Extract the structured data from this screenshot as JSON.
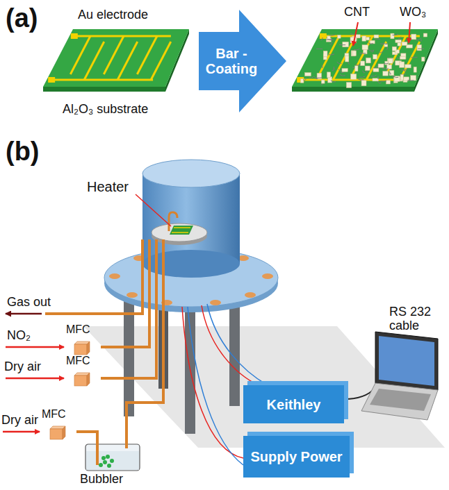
{
  "diagram": {
    "nodes": [
      {
        "text": [
          "Bar - Coating"
        ]
      },
      {
        "text": [
          "MFC"
        ]
      },
      {
        "text": [
          "MFC"
        ]
      },
      {
        "text": [
          "MFC"
        ]
      },
      {
        "text": [
          "Bubbler"
        ]
      },
      {
        "text": [
          "Keithley"
        ]
      },
      {
        "text": [
          "Supply Power"
        ]
      }
    ],
    "edges": [
      {
        "from": 3,
        "to": 4,
        "arrow": "none"
      }
    ],
    "labels": [
      "(a)",
      "Au electrode",
      "Al₂O₃ substrate",
      "CNT",
      "WO₃",
      "(b)",
      "Heater",
      "Gas out",
      "NO₂",
      "Dry air",
      "Dry air",
      "RS 232 cable"
    ]
  }
}
